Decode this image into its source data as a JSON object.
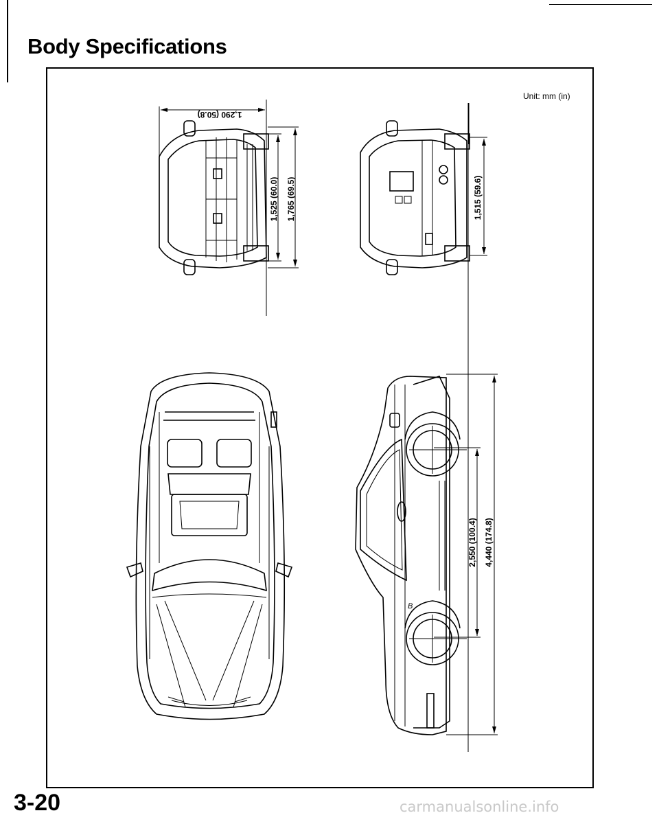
{
  "page": {
    "title": "Body Specifications",
    "number": "3-20",
    "watermark": "carmanualsonline.info"
  },
  "figure": {
    "unit_label": "Unit: mm (in)",
    "dimensions": {
      "overall_width": "1,290 (50.8)",
      "front_track": "1,525 (60.0)",
      "overall_height": "1,765 (69.5)",
      "rear_track": "1,515 (59.6)",
      "wheelbase": "2,550 (100.4)",
      "overall_length": "4,440 (174.8)"
    }
  }
}
